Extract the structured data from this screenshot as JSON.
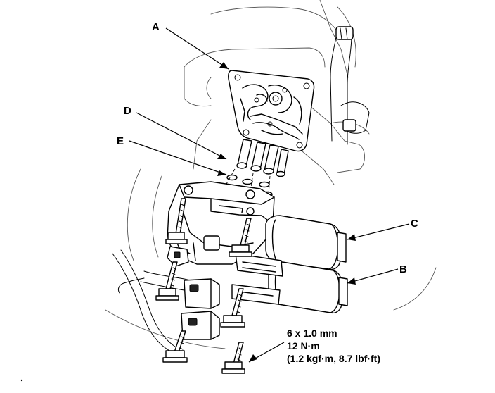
{
  "callouts": {
    "a": "A",
    "b": "B",
    "c": "C",
    "d": "D",
    "e": "E"
  },
  "spec": {
    "line1": "6 x 1.0 mm",
    "line2": "12 N·m",
    "line3": "(1.2 kgf·m, 8.7 lbf·ft)"
  }
}
